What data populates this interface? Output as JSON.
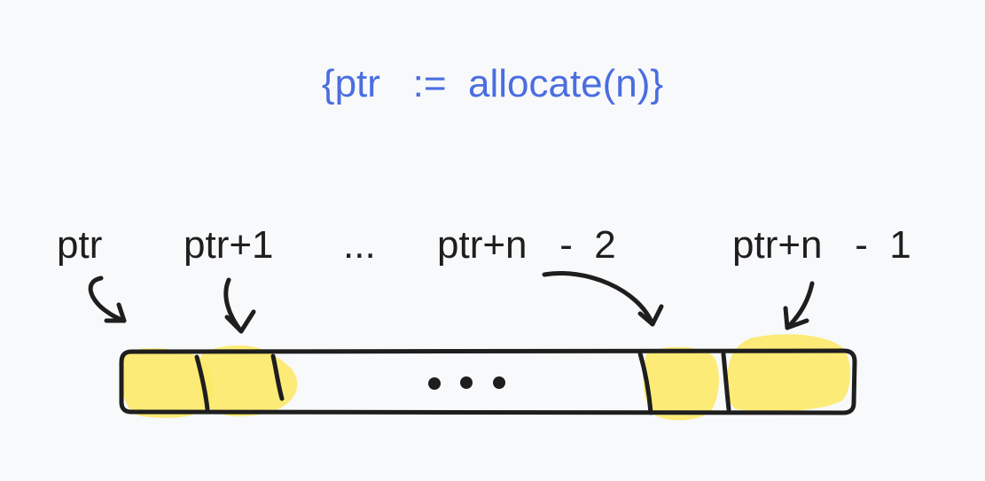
{
  "title": "{ptr   :=  allocate(n)}",
  "labels": {
    "ptr": "ptr",
    "ptr_plus_1": "ptr+1",
    "ellipsis": "...",
    "ptr_plus_n_minus_2": "ptr+n   -  2",
    "ptr_plus_n_minus_1": "ptr+n   -  1"
  },
  "colors": {
    "title": "#4a6ee0",
    "ink": "#1e1e1e",
    "highlight": "#fce96a",
    "background": "#f8f9fb"
  },
  "icons": {
    "arrow": "curved-arrow-icon",
    "dots": "ellipsis-dots-icon"
  }
}
